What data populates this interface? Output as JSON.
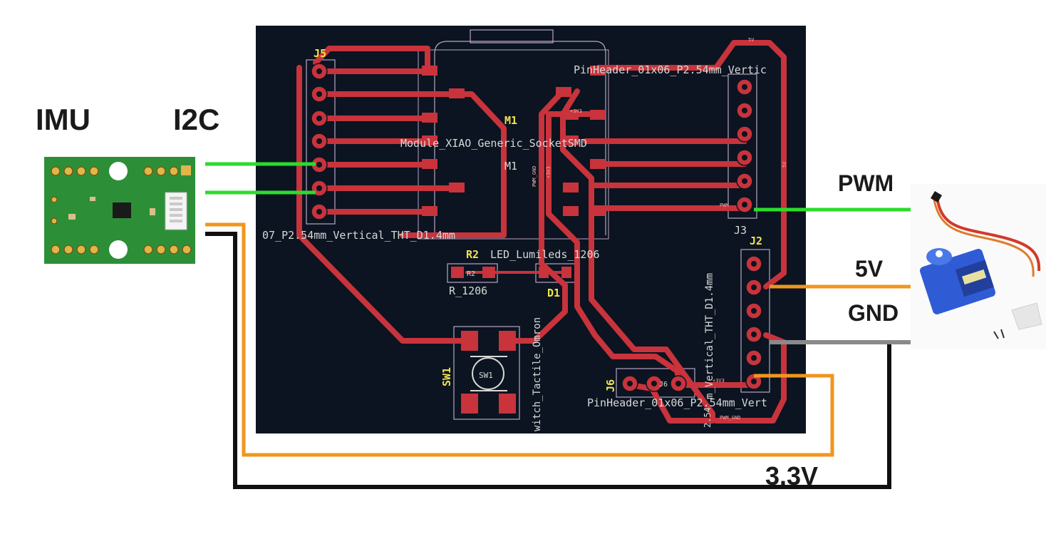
{
  "labels": {
    "imu": "IMU",
    "i2c": "I2C",
    "pwm": "PWM",
    "v5": "5V",
    "gnd": "GND",
    "v33": "3.3V"
  },
  "pcb": {
    "silk": {
      "j5_ref": "J5",
      "j5_footprint": "07_P2.54mm_Vertical_THT_D1.4mm",
      "m1_ref": "M1",
      "m1_ref2": "M1",
      "m1_footprint": "Module_XIAO_Generic_SocketSMD",
      "j3_footprint": "PinHeader_01x06_P2.54mm_Vertic",
      "j3_ref": "J3",
      "j2_ref": "J2",
      "j2_footprint": "m_Vertical_THT_D1.4mm",
      "r2_ref": "R2",
      "r2_footprint": "R_1206",
      "r2_pad": "R2",
      "led_footprint": "LED_Lumileds_1206",
      "d1_ref": "D1",
      "sw1_ref": "SW1",
      "sw1_body": "SW1",
      "sw1_footprint": "witch_Tactile_Omron",
      "j6_ref": "J6",
      "j6_pad": "J6",
      "j6_footprint": "PinHeader_01x06_P2.54mm_Vert",
      "j6_side": "2.54"
    },
    "net_labels": {
      "pwm_gnd": "PWM_GND",
      "v33a": "+3V3",
      "v33b": "+3V3",
      "v33c": "+3V3",
      "v5": "5V",
      "v5b": "5V",
      "pwm": "PWM",
      "pwm_gnd2": "PWM_GND"
    }
  },
  "colors": {
    "board": "#0b1420",
    "trace": "#c8333c",
    "outline": "#b9a3c9",
    "i2c_wire": "#2bdc2b",
    "pwm_wire": "#2bdc2b",
    "power_wire": "#f0961e",
    "gnd_wire": "#101010",
    "servo_gnd_wire": "#8a8a8a",
    "imu_board": "#2c8f38",
    "servo_body": "#2f5cd4"
  },
  "icons": [
    "imu-breakout-board",
    "servo-motor"
  ]
}
